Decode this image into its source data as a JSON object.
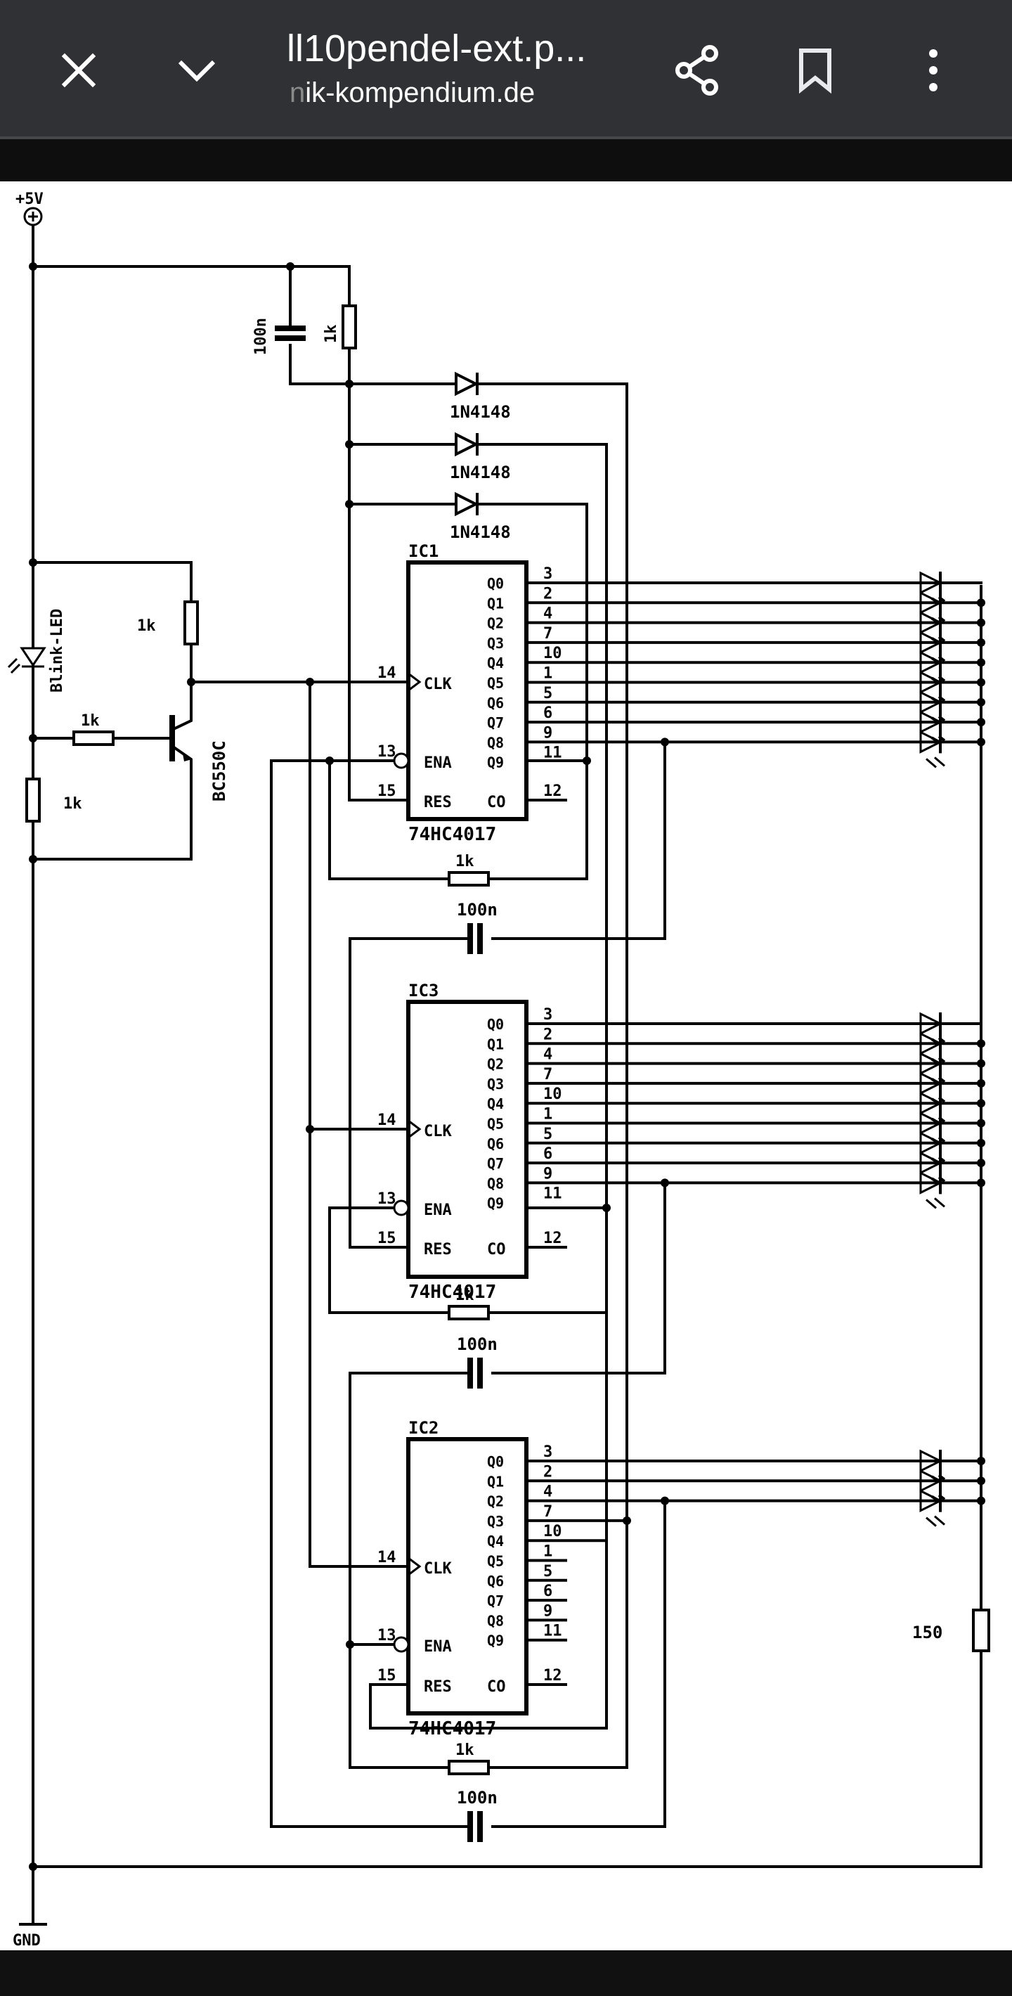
{
  "browser": {
    "title": "ll10pendel-ext.p...",
    "url_fade": "n",
    "url": "ik-kompendium.de",
    "icons": {
      "close": "close-icon",
      "collapse": "chevron-down-icon",
      "share": "share-icon",
      "bookmark": "bookmark-icon",
      "menu": "more-vert-icon"
    }
  },
  "schematic": {
    "supply_label": "+5V",
    "ground_label": "GND",
    "top_cap": "100n",
    "top_res": "1k",
    "diodes": [
      "1N4148",
      "1N4148",
      "1N4148"
    ],
    "blink_led": "Blink-LED",
    "r_collector": "1k",
    "r_base": "1k",
    "r_bottom": "1k",
    "transistor": "BC550C",
    "led_resistor": "150",
    "ics": [
      {
        "ref": "IC1",
        "part": "74HC4017",
        "left_pins": {
          "clk": "14",
          "ena": "13",
          "res": "15"
        },
        "left_labels": {
          "clk": "CLK",
          "ena": "ENA",
          "res": "RES"
        },
        "outputs": [
          "Q0",
          "Q1",
          "Q2",
          "Q3",
          "Q4",
          "Q5",
          "Q6",
          "Q7",
          "Q8",
          "Q9"
        ],
        "output_pins": [
          "3",
          "2",
          "4",
          "7",
          "10",
          "1",
          "5",
          "6",
          "9",
          "11"
        ],
        "co_label": "CO",
        "co_pin": "12",
        "res_below": "1k",
        "cap_below": "100n"
      },
      {
        "ref": "IC3",
        "part": "74HC4017",
        "left_pins": {
          "clk": "14",
          "ena": "13",
          "res": "15"
        },
        "left_labels": {
          "clk": "CLK",
          "ena": "ENA",
          "res": "RES"
        },
        "outputs": [
          "Q0",
          "Q1",
          "Q2",
          "Q3",
          "Q4",
          "Q5",
          "Q6",
          "Q7",
          "Q8",
          "Q9"
        ],
        "output_pins": [
          "3",
          "2",
          "4",
          "7",
          "10",
          "1",
          "5",
          "6",
          "9",
          "11"
        ],
        "co_label": "CO",
        "co_pin": "12",
        "res_below": "1k",
        "cap_below": "100n"
      },
      {
        "ref": "IC2",
        "part": "74HC4017",
        "left_pins": {
          "clk": "14",
          "ena": "13",
          "res": "15"
        },
        "left_labels": {
          "clk": "CLK",
          "ena": "ENA",
          "res": "RES"
        },
        "outputs": [
          "Q0",
          "Q1",
          "Q2",
          "Q3",
          "Q4",
          "Q5",
          "Q6",
          "Q7",
          "Q8",
          "Q9"
        ],
        "output_pins": [
          "3",
          "2",
          "4",
          "7",
          "10",
          "1",
          "5",
          "6",
          "9",
          "11"
        ],
        "co_label": "CO",
        "co_pin": "12",
        "res_below": "1k",
        "cap_below": "100n"
      }
    ],
    "led_counts": [
      9,
      9,
      3
    ]
  }
}
